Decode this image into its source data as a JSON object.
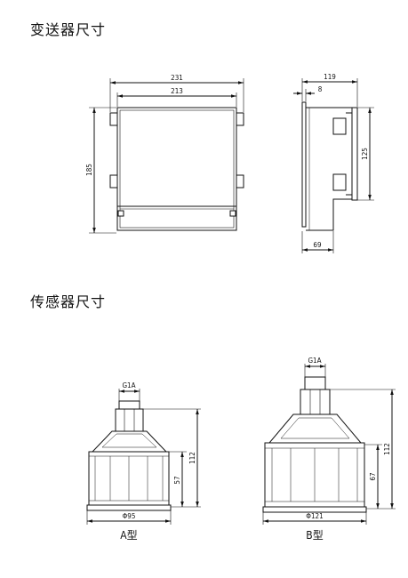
{
  "sections": {
    "transmitter_title": "变送器尺寸",
    "sensor_title": "传感器尺寸"
  },
  "transmitter": {
    "width_outer": "231",
    "width_inner": "213",
    "height": "185",
    "side_depth": "119",
    "side_small": "8",
    "side_height": "125",
    "side_bottom": "69"
  },
  "sensor_a": {
    "thread": "G1A",
    "height_total": "112",
    "height_body": "57",
    "diameter": "Φ95",
    "type_label": "A型"
  },
  "sensor_b": {
    "thread": "G1A",
    "height_total": "112",
    "height_body": "67",
    "diameter": "Φ121",
    "type_label": "B型"
  }
}
